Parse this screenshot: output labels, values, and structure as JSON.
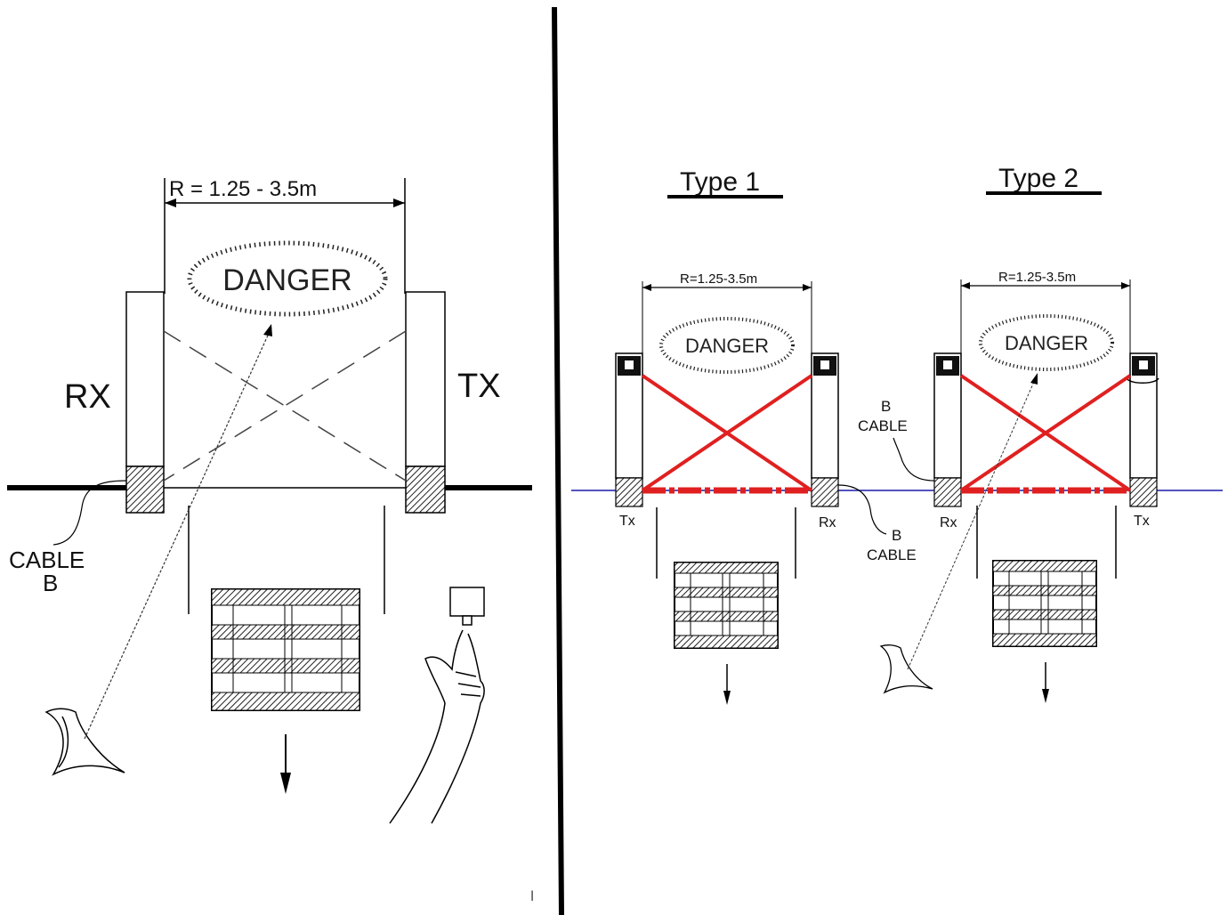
{
  "left_panel": {
    "range_label": "R = 1.25 - 3.5m",
    "danger_text": "DANGER",
    "rx_label": "RX",
    "tx_label": "TX",
    "cable_label_line1": "CABLE",
    "cable_label_line2": "B"
  },
  "right_panel": {
    "type1": {
      "title": "Type 1",
      "range_label": "R=1.25-3.5m",
      "danger_text": "DANGER",
      "left_unit_label": "Tx",
      "right_unit_label": "Rx",
      "cable_label_line1": "B",
      "cable_label_line2": "CABLE"
    },
    "type2": {
      "title": "Type 2",
      "range_label": "R=1.25-3.5m",
      "danger_text": "DANGER",
      "left_unit_label": "Rx",
      "right_unit_label": "Tx",
      "cable_label_line1": "B",
      "cable_label_line2": "CABLE"
    }
  },
  "colors": {
    "beam_red": "#e02020",
    "ground_blue": "#1a1aa8",
    "ink": "#111111"
  }
}
